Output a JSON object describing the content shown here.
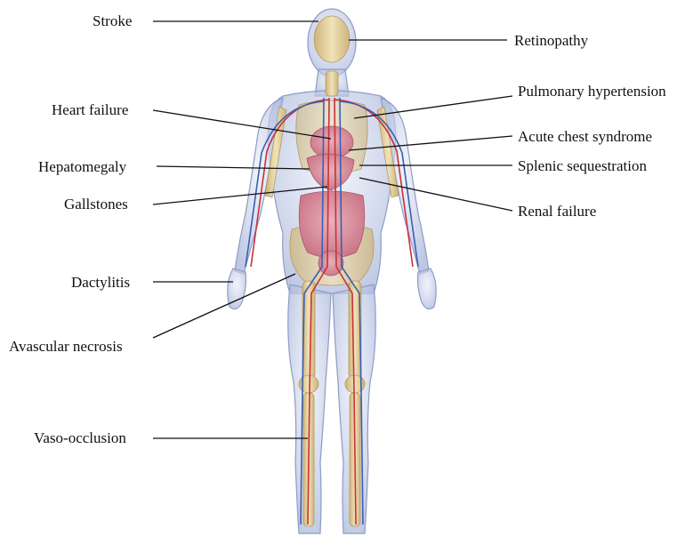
{
  "labels": {
    "stroke": "Stroke",
    "retinopathy": "Retinopathy",
    "pulmonary_hypertension": "Pulmonary hypertension",
    "heart_failure": "Heart failure",
    "acute_chest_syndrome": "Acute chest syndrome",
    "hepatomegaly": "Hepatomegaly",
    "splenic_sequestration": "Splenic sequestration",
    "gallstones": "Gallstones",
    "renal_failure": "Renal failure",
    "dactylitis": "Dactylitis",
    "avascular_necrosis": "Avascular necrosis",
    "vaso_occlusion": "Vaso-occlusion"
  },
  "colors": {
    "background": "#ffffff",
    "body_skin": "#c9d3ea",
    "bone": "#e6d4a0",
    "organ": "#d98b9c",
    "artery": "#c8323a",
    "vein": "#3b5fb0",
    "leader_line": "#111111"
  }
}
